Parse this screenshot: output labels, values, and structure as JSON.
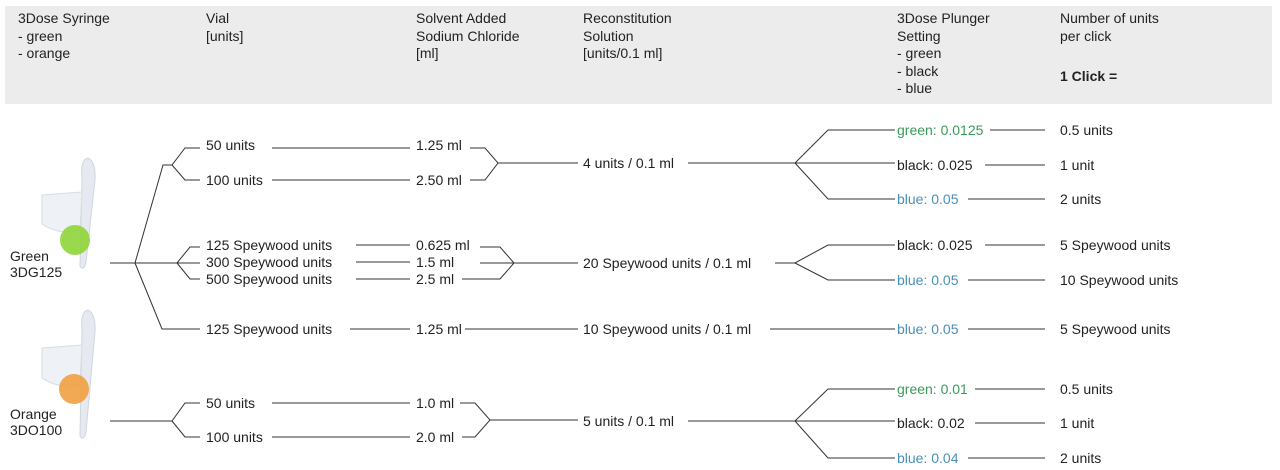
{
  "header": {
    "col1": "3Dose Syringe\n- green\n- orange",
    "col2": "Vial\n[units]",
    "col3": "Solvent Added\nSodium Chloride\n[ml]",
    "col4": "Reconstitution\nSolution\n[units/0.1 ml]",
    "col5": "3Dose Plunger\nSetting\n- green\n- black\n- blue",
    "col6": "Number of units\nper click",
    "col6_bold": "1 Click ="
  },
  "syringes": [
    {
      "label": "Green\n3DG125",
      "color": "#8fd43a"
    },
    {
      "label": "Orange\n3DO100",
      "color": "#f0a040"
    }
  ],
  "vials": [
    "50 units",
    "100 units",
    "125 Speywood units",
    "300 Speywood units",
    "500 Speywood units",
    "125 Speywood units",
    "50 units",
    "100 units"
  ],
  "solvents": [
    "1.25 ml",
    "2.50 ml",
    "0.625 ml",
    "1.5 ml",
    "2.5 ml",
    "1.25 ml",
    "1.0 ml",
    "2.0 ml"
  ],
  "solutions": [
    "4 units / 0.1 ml",
    "20 Speywood units / 0.1 ml",
    "10 Speywood units / 0.1 ml",
    "5 units / 0.1 ml"
  ],
  "plungers": [
    "green: 0.0125",
    "black: 0.025",
    "blue: 0.05",
    "black: 0.025",
    "blue: 0.05",
    "blue: 0.05",
    "green: 0.01",
    "black: 0.02",
    "blue: 0.04"
  ],
  "units": [
    "0.5 units",
    "1 unit",
    "2 units",
    "5 Speywood units",
    "10 Speywood units",
    "5 Speywood units",
    "0.5 units",
    "1 unit",
    "2 units"
  ],
  "colors": {
    "green": "#3a9a5a",
    "blue": "#4a8fb8"
  }
}
